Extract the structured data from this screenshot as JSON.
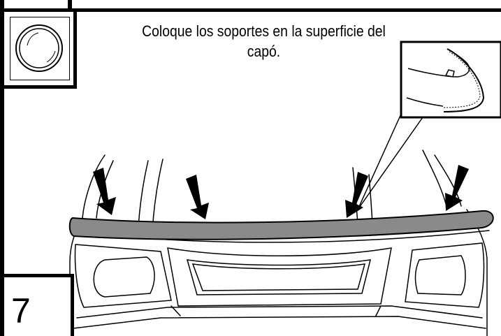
{
  "instruction": {
    "line1": "Coloque los soportes en la superficie del",
    "line2": "capó."
  },
  "step": {
    "number": "7"
  },
  "icons": {
    "lens": "magnifier-lens-icon",
    "arrow": "down-arrow-icon"
  },
  "colors": {
    "frame": "#000000",
    "deflector": "#8a8a8a",
    "line": "#000000"
  }
}
